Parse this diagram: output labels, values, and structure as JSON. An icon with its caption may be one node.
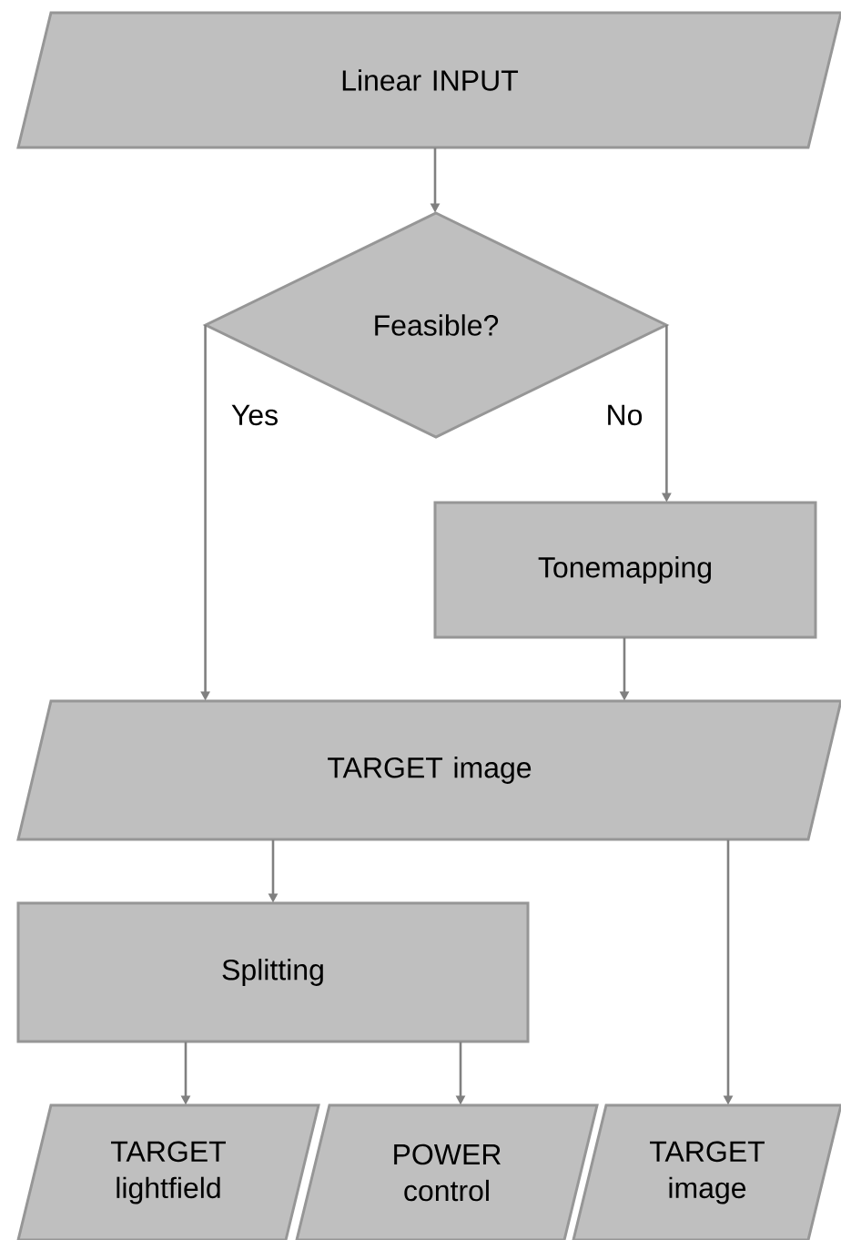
{
  "diagram": {
    "nodes": [
      {
        "text": [
          "Linear INPUT"
        ]
      },
      {
        "text": [
          "Feasible?"
        ]
      },
      {
        "text": [
          "Tonemapping"
        ]
      },
      {
        "text": [
          "TARGET image"
        ]
      },
      {
        "text": [
          "Splitting"
        ]
      },
      {
        "text": [
          "TARGET lightfield"
        ]
      },
      {
        "text": [
          "POWER control"
        ]
      },
      {
        "text": [
          "TARGET image"
        ]
      }
    ],
    "edges": [
      {
        "from": 0,
        "to": 1,
        "arrow": "to"
      },
      {
        "from": 1,
        "to": 3,
        "arrow": "to",
        "label": "Yes"
      },
      {
        "from": 1,
        "to": 2,
        "arrow": "to",
        "label": "No"
      },
      {
        "from": 2,
        "to": 3,
        "arrow": "to"
      },
      {
        "from": 3,
        "to": 4,
        "arrow": "to"
      },
      {
        "from": 4,
        "to": 5,
        "arrow": "to"
      },
      {
        "from": 4,
        "to": 6,
        "arrow": "to"
      },
      {
        "from": 3,
        "to": 7,
        "arrow": "to"
      }
    ]
  }
}
